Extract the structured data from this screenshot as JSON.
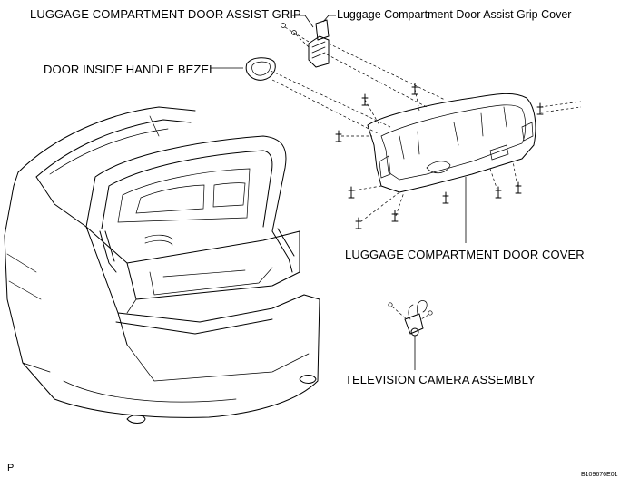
{
  "labels": {
    "assist_grip": "LUGGAGE COMPARTMENT DOOR ASSIST GRIP",
    "assist_grip_cover": "Luggage Compartment Door Assist Grip Cover",
    "handle_bezel": "DOOR INSIDE HANDLE BEZEL",
    "door_cover": "LUGGAGE COMPARTMENT DOOR COVER",
    "camera_assembly": "TELEVISION CAMERA ASSEMBLY"
  },
  "corner_marks": {
    "view_letter": "P",
    "figure_code": "B109676E01"
  },
  "colors": {
    "ink": "#000000",
    "background": "#ffffff"
  }
}
